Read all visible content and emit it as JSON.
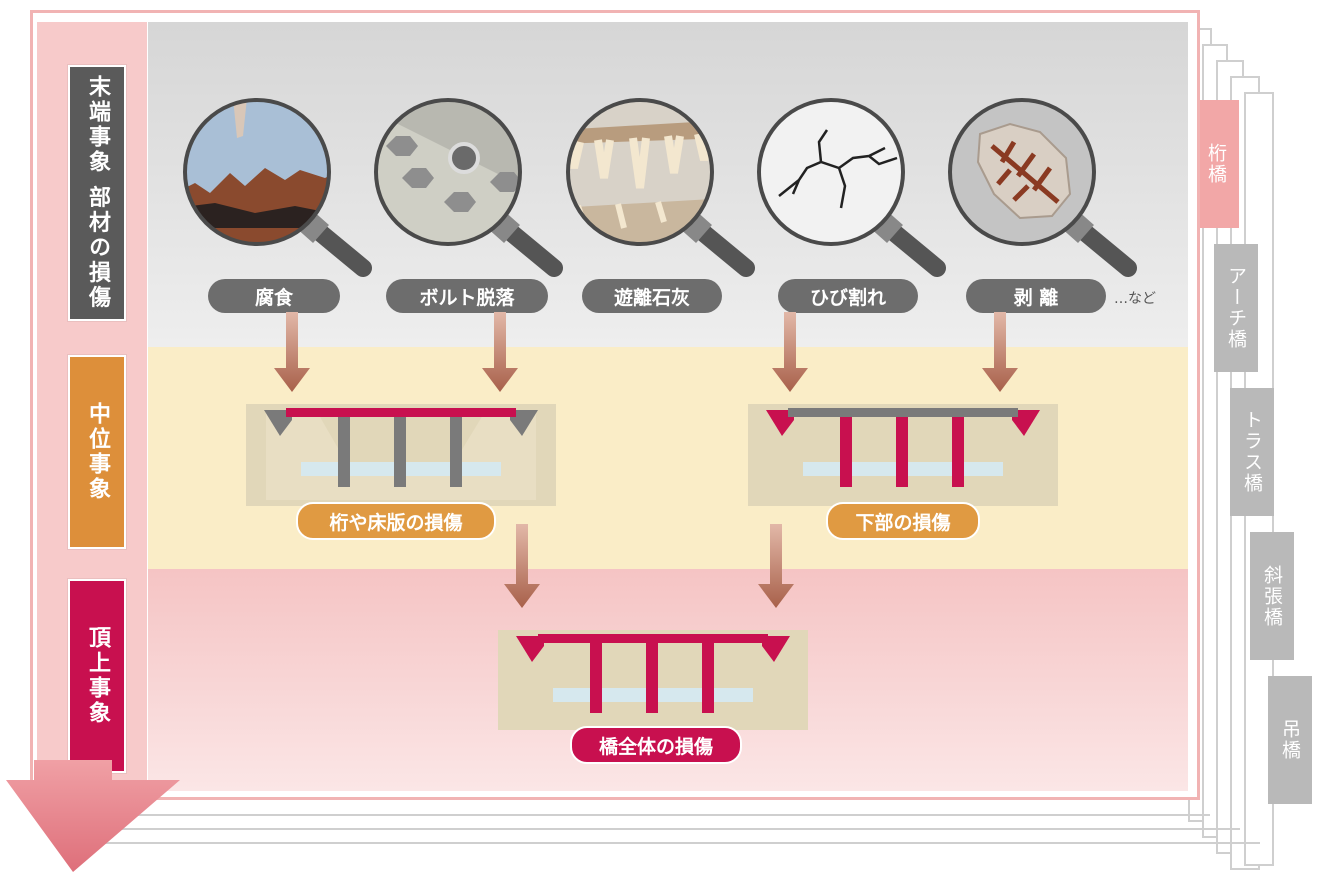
{
  "vertical_axis": {
    "levels": [
      {
        "label": "末端事象 部材の損傷",
        "color": "#5a5a5a"
      },
      {
        "label": "中位事象",
        "color": "#dd8f3a"
      },
      {
        "label": "頂上事象",
        "color": "#c8104f"
      }
    ]
  },
  "damage_types": [
    {
      "label": "腐食",
      "icon": "corrosion-magnifier-icon"
    },
    {
      "label": "ボルト脱落",
      "icon": "bolt-loss-magnifier-icon"
    },
    {
      "label": "遊離石灰",
      "icon": "efflorescence-magnifier-icon"
    },
    {
      "label": "ひび割れ",
      "icon": "crack-magnifier-icon"
    },
    {
      "label": "剥 離",
      "icon": "spalling-magnifier-icon"
    }
  ],
  "etc_label": "…など",
  "mid_events": [
    {
      "label": "桁や床版の損傷",
      "icon": "superstructure-damage-icon"
    },
    {
      "label": "下部の損傷",
      "icon": "substructure-damage-icon"
    }
  ],
  "top_event": {
    "label": "橋全体の損傷",
    "icon": "whole-bridge-damage-icon"
  },
  "bridge_tabs": [
    {
      "label": "桁橋",
      "active": true
    },
    {
      "label": "アーチ橋",
      "active": false
    },
    {
      "label": "トラス橋",
      "active": false
    },
    {
      "label": "斜張橋",
      "active": false
    },
    {
      "label": "吊橋",
      "active": false
    }
  ],
  "colors": {
    "damage": "#c8104f",
    "normal": "#7a7a7a",
    "arrow": "#b9735f"
  }
}
